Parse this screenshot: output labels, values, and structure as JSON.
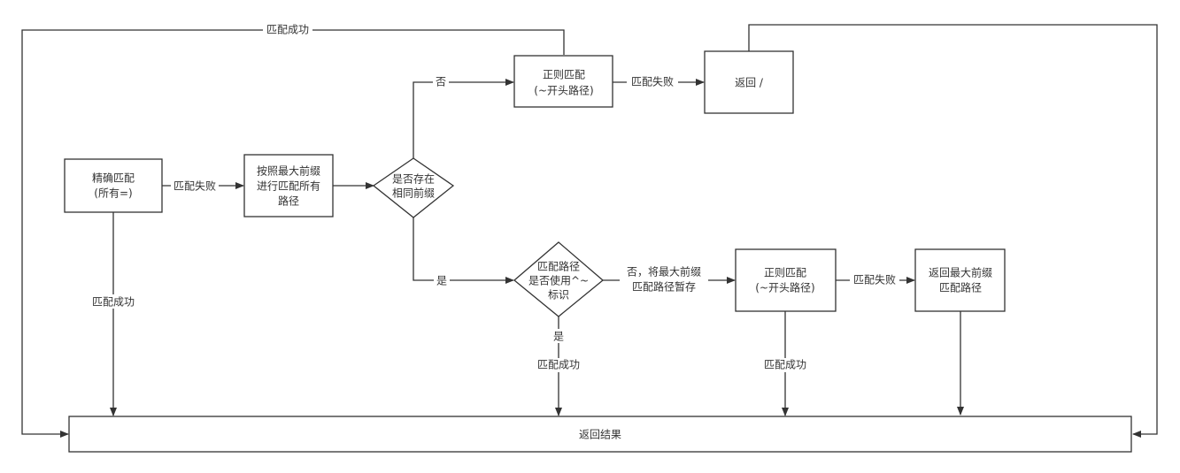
{
  "diagram": {
    "type": "flowchart",
    "nodes": {
      "exact_match": {
        "shape": "rect",
        "lines": [
          "精确匹配",
          "(所有=)"
        ]
      },
      "prefix_match": {
        "shape": "rect",
        "lines": [
          "按照最大前缀",
          "进行匹配所有",
          "路径"
        ]
      },
      "same_prefix_decision": {
        "shape": "diamond",
        "lines": [
          "是否存在",
          "相同前缀"
        ]
      },
      "regex_match_top": {
        "shape": "rect",
        "lines": [
          "正则匹配",
          "(~开头路径)"
        ]
      },
      "return_root": {
        "shape": "rect",
        "lines": [
          "返回 /"
        ]
      },
      "caret_tilde_decision": {
        "shape": "diamond",
        "lines": [
          "匹配路径",
          "是否使用^~",
          "标识"
        ]
      },
      "regex_match_bottom": {
        "shape": "rect",
        "lines": [
          "正则匹配",
          "(~开头路径)"
        ]
      },
      "return_longest_prefix": {
        "shape": "rect",
        "lines": [
          "返回最大前缀",
          "匹配路径"
        ]
      },
      "return_result": {
        "shape": "rect",
        "lines": [
          "返回结果"
        ]
      }
    },
    "edges": [
      {
        "from": "exact_match",
        "to": "prefix_match",
        "label": "匹配失败"
      },
      {
        "from": "exact_match",
        "to": "return_result",
        "label": "匹配成功"
      },
      {
        "from": "prefix_match",
        "to": "same_prefix_decision",
        "label": ""
      },
      {
        "from": "same_prefix_decision",
        "to": "regex_match_top",
        "label": "否"
      },
      {
        "from": "same_prefix_decision",
        "to": "caret_tilde_decision",
        "label": "是"
      },
      {
        "from": "regex_match_top",
        "to": "return_root",
        "label": "匹配失败"
      },
      {
        "from": "regex_match_top",
        "to": "return_result",
        "label": "匹配成功"
      },
      {
        "from": "return_root",
        "to": "return_result",
        "label": ""
      },
      {
        "from": "caret_tilde_decision",
        "to": "regex_match_bottom",
        "label_lines": [
          "否，将最大前缀",
          "匹配路径暂存"
        ]
      },
      {
        "from": "caret_tilde_decision",
        "to": "return_result",
        "label": "是",
        "label2": "匹配成功"
      },
      {
        "from": "regex_match_bottom",
        "to": "return_longest_prefix",
        "label": "匹配失败"
      },
      {
        "from": "regex_match_bottom",
        "to": "return_result",
        "label": "匹配成功"
      },
      {
        "from": "return_longest_prefix",
        "to": "return_result",
        "label": ""
      }
    ]
  },
  "colors": {
    "stroke": "#333333",
    "background": "#ffffff",
    "text": "#333333"
  }
}
